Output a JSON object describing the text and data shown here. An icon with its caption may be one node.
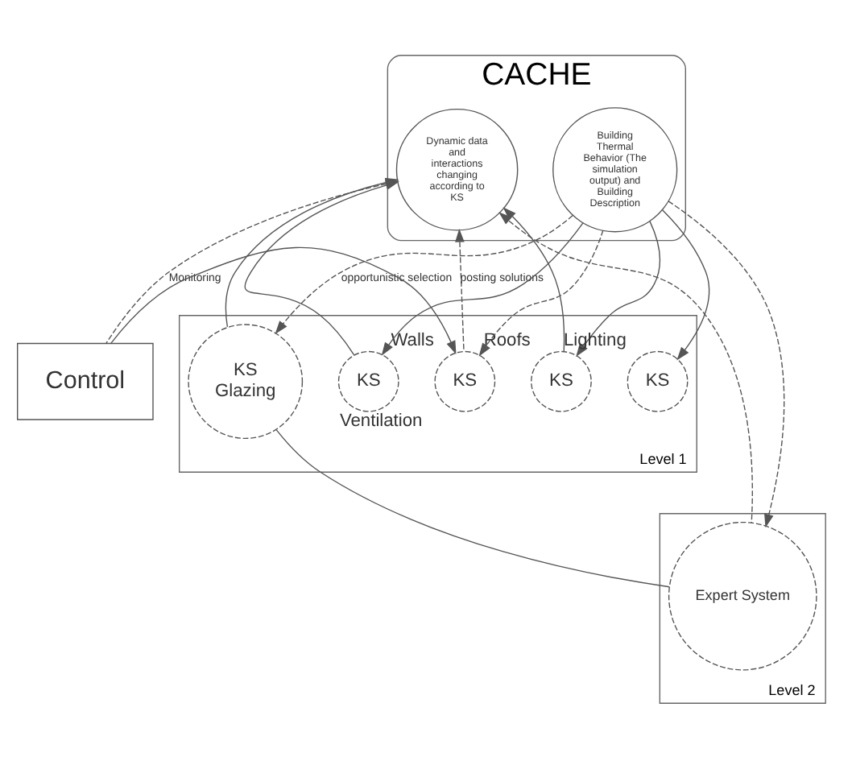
{
  "diagram": {
    "nodes": [
      {
        "text": [
          "CACHE"
        ]
      },
      {
        "text": [
          "Dynamic data and interactions changing according to KS"
        ],
        "in": 0
      },
      {
        "text": [
          "Building Thermal Behavior (The simulation output) and Building Description"
        ],
        "in": 0
      },
      {
        "text": [
          "Control"
        ]
      },
      {
        "text": [
          "Level 1"
        ]
      },
      {
        "text": [
          "Level 2"
        ]
      },
      {
        "text": [
          "KS"
        ],
        "beside": [
          "Walls"
        ],
        "in": 4
      },
      {
        "text": [
          "KS",
          "Glazing"
        ],
        "in": 4
      },
      {
        "text": [
          "KS"
        ],
        "beside": [
          "Roofs"
        ],
        "in": 4
      },
      {
        "text": [
          "KS"
        ],
        "beside": [
          "Ventilation"
        ],
        "in": 4
      },
      {
        "text": [
          "KS"
        ],
        "beside": [
          "Lighting"
        ],
        "in": 4
      },
      {
        "text": [
          "Expert System"
        ],
        "in": 5
      }
    ],
    "edges": [
      {
        "from": 3,
        "to": 1,
        "arrow": "to",
        "label": "Monitoring",
        "style": "dashed"
      },
      {
        "from": 3,
        "to": 6,
        "arrow": "to"
      },
      {
        "from": 6,
        "to": 1,
        "arrow": "to",
        "label": "posting solutions",
        "style": "dashed"
      },
      {
        "from": 7,
        "to": 1,
        "arrow": "to"
      },
      {
        "from": 8,
        "to": 1,
        "arrow": "to"
      },
      {
        "from": 9,
        "to": 1,
        "arrow": "to"
      },
      {
        "from": 11,
        "to": 1,
        "arrow": "to",
        "style": "dashed"
      },
      {
        "from": 2,
        "to": 6,
        "arrow": "to",
        "style": "dashed"
      },
      {
        "from": 2,
        "to": 7,
        "arrow": "to",
        "label": "opportunistic selection",
        "style": "dashed"
      },
      {
        "from": 2,
        "to": 8,
        "arrow": "to"
      },
      {
        "from": 2,
        "to": 9,
        "arrow": "to"
      },
      {
        "from": 2,
        "to": 10,
        "arrow": "to"
      },
      {
        "from": 2,
        "to": 11,
        "arrow": "to",
        "style": "dashed"
      },
      {
        "from": 7,
        "to": 11,
        "arrow": "none"
      }
    ]
  }
}
